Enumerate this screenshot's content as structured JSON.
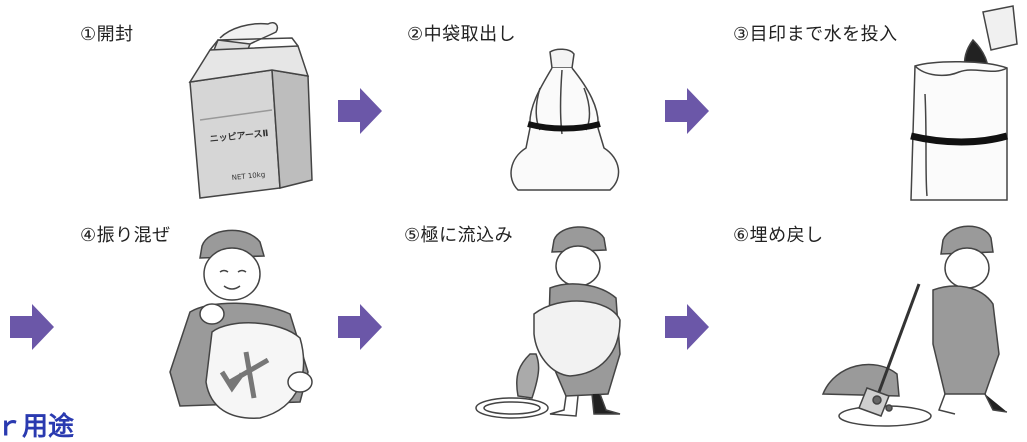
{
  "steps": [
    {
      "label": "①開封"
    },
    {
      "label": "②中袋取出し"
    },
    {
      "label": "③目印まで水を投入"
    },
    {
      "label": "④振り混ぜ"
    },
    {
      "label": "⑤極に流込み"
    },
    {
      "label": "⑥埋め戻し"
    }
  ],
  "bag_text": {
    "brand": "ニッピアースⅡ",
    "net": "NET 10kg"
  },
  "arrow_color": "#6b57a8",
  "heading": {
    "text": "ｒ用途"
  }
}
